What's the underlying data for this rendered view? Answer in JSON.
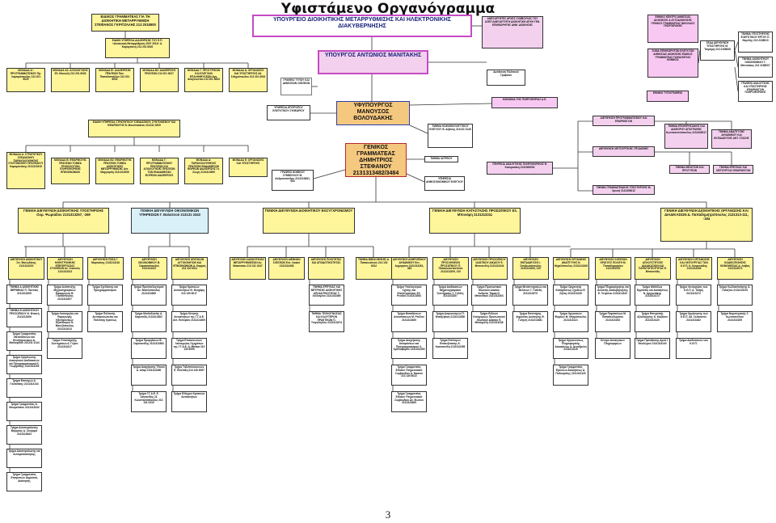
{
  "header": {
    "title": "Υφιστάμενο Οργανόγραμμα",
    "page_number": "3"
  },
  "boxes": {
    "eid_gram": "ΕΙΔΙΚΟΣ ΓΡΑΜΜΑΤΕΑΣ ΓΙΑ ΤΗ ΔΙΟΙΚΗΤΙΚΗ ΜΕΤΑΡΡΥΘΜΙΣΗ ΣΤΕΦΑΝΟΣ ΓΚΡΙΤΖΑΛΗΣ 213 2018500",
    "eid_ypir_diak": "ΕΙΔΙΚΗ ΥΠΗΡΕΣΙΑ ΔΙΑΧΕΙΡΙΣΗΣ ΤΟΥ Ε.Π. «Διοικητική Μεταρρύθμιση 2007 2013» Α. Καραγιάννη 213 201 8020",
    "monada_a": "ΜΟΝΑΔΑ Α': ΠΡΟΓΡΑΜΜΑΤΙΣΜΟΥ Πρ. Λαμπρόπουλος 213 201 8025",
    "monada_a2": "ΜΟΝΑΔΑ Α2: ΑΞΙΟΛΟΓΗΣΗΣ Ελ. Μανωλή 213 201 8026",
    "monada_b": "ΜΟΝΑΔΑ Β': ΔΙΑΧΕΙΡΙΣΗΣ ΠΡΑΞΕΩΝ Παν. Παπαδοπούλου 213 201 8052",
    "monada_b2": "ΜΟΝΑΔΑ Β2: ΔΙΑΧΕΙΡΙΣΗΣ ΠΡΑΞΕΩΝ 213 201 8017",
    "monada_g": "ΜΟΝΑΔΑ Γ: ΠΡΟΓΥΡΙΚΩΝ ΚΑΙ ΕΛΕΓΧΩΝ ΕΠΑΛΗΘΕΥΣΕΩΝ Αγγ. Αναγνώστου 213 201 8024",
    "monada_d": "ΜΟΝΑΔΑ Δ: ΟΡΓΑΝΩΣΗΣ ΚΑΙ ΥΠΟΣΤΗΡΙΞΗΣ Αθ. Σιδηρόπουλου 213 201 8032",
    "ministry": "ΥΠΟΥΡΓΕΙΟ ΔΙΟΙΚΗΤΙΚΗΣ ΜΕΤΑΡΡΥΘΜΙΣΗΣ ΚΑΙ ΗΛΕΚΤΡΟΝΙΚΗΣ ΔΙΑΚΥΒΕΡΝΗΣΗΣ",
    "minister": "ΥΠΟΥΡΓΟΣ ΑΝΤΩΝΙΟΣ ΜΑΝΙΤΑΚΗΣ",
    "grafeio_typou": "ΓΡΑΦΕΙΟ ΤΥΠΟΥ ΚΑΙ ΔΗΜΟΣΙΩΝ ΣΧΕΣΕΩΝ",
    "anexartites": "ΑΝΕΞΑΡΤΗΤΕΣ ΑΡΧΕΣ ΣΥΜΒΟΥΛΟΣ ΤΟΥ ΑΣΕΠ ΑΝΕΞΑΡΤΗΤΗ ΔΙΟΙΚΗΤΙΚΗ ΑΡΧΗ ΓΕΝ. ΕΠΙΘΕΩΡΗΤΗΣ ΔΗΜ. ΔΙΟΙΚΗΣΗΣ",
    "dieuth_politikou": "Διεύθυνση Πολιτικού Γραφείου",
    "ekdd": "ΕΘΝΙΚΟ ΚΕΝΤΡΟ ΔΗΜΟΣΙΑΣ ΔΙΟΙΚΗΣΗΣ & ΑΥΤΟΔΙΟΙΚΗΣΗΣ ΓΕΝΙΚΟΣ ΓΡΑΜΜΑΤΕΑΣ ΝΙΚΟΛΑΟΣ ΓΕΩΡΓΑΡΑΚΗΣ",
    "soma_elegkton": "ΣΩΜΑ ΕΠΙΘΕΩΡΗΤΩΝ ΕΛΕΓΚΤΩΝ ΔΗΜΟΣΙΑΣ ΔΙΟΙΚΗΣΗΣ ΕΙΔΙΚΟΣ ΓΡΑΜΜΑΤΕΑΣ ΠΑΡΑΣΚΕΥΑΣ ΝΟΜΙΚΟΣ",
    "sedd": "ΣΕΔΔ ΔΙΕΥΘΥΝΣΗ ΥΠΟΣΤΗΡΙΞΗΣ Μ. Τσιμπρή 213 2158008",
    "tmima_ypostirixis": "ΤΜΗΜΑ ΥΠΟΣΤΗΡΙΞΗΣ ΕΛΕΓΚΤΙΚΟΥ ΕΡΓΟΥ Π. Θεμελής 213 2158010",
    "tmima_dioik_oikon": "ΤΜΗΜΑ ΔΙΟΙΚΗΤΙΚΟΥ ΟΙΚΟΝΟΜΙΚΟΥ Γ. Μπιτσάκος 213 2158007",
    "grafeio_analytikis": "ΓΡΑΦΕΙΟ ΑΝΑΛΥΤΙΚΗΣ ΚΑΙ ΥΠΟΣΤΗΡΙΞΗΣ ΕΦΑΡΜΟΓΩΝ ΠΛΗΡΟΦΟΡΙΚΗΣ",
    "ethniko_typografeio": "ΕΘΝΙΚΟ ΤΥΠΟΓΡΑΦΕΙΟ",
    "koinonia": "ΚΟΙΝΩΝΙΑ ΤΗΣ ΠΛΗΡΟΦΟΡΙΑΣ Α.Ε.",
    "ypiresia_epitropou": "ΥΠΗΡΕΣΙΑ ΕΠΙΤΡΟΠΟΥ ΕΛΕΓΚΤΙΚΟΥ ΣΥΝΕΔΡΙΟΥ",
    "yfypourgos": "ΥΦΥΠΟΥΡΓΟΣ ΜΑΝΟΥΣΟΣ ΒΟΛΟΥΔΑΚΗΣ",
    "eid_ypir_strat": "ΕΙΔΙΚΗ ΥΠΗΡΕΣΙΑ ΣΤΡΑΤΗΓΙΚΟΥ ΣΧΕΔΙΑΣΜΟΥ, ΣΥΝΤΟΝΙΣΜΟΥ ΚΑΙ ΕΦΑΡΜΟΓΗΣ Β. Μουστακάτου 213131 3905",
    "tmima_koinovouleftikou": "ΤΜΗΜΑ ΚΟΙΝΟΒΟΥΛΕΥΤΙΚΟΥ ΕΛΕΓΧΟΥ Θ. Δεβίνης 213131 3146",
    "gen_grammateas": "ΓΕΝΙΚΟΣ ΓΡΑΜΜΑΤΕΑΣ ΔΗΜΗΤΡΙΟΣ ΣΤΕΦΑΝΟΥ 2131313482/3484",
    "tmima_iatreiou": "ΤΜΗΜΑ ΙΑΤΡΕΙΟΥ",
    "dieuth_prog_efarm": "ΔΙΕΥΘΥΝΣΗ ΠΡΟΓΡΑΜΜΑΤΙΣΜΟΥ ΚΑΙ ΕΦΑΡΜΟΓΩΝ",
    "dieuth_leitourgikis": "ΔΙΕΥΘΥΝΣΗ ΛΕΙΤΟΥΡΓΙΚΗΣ ΥΠΟΔΟΜΗΣ",
    "ypiresia_analytikis": "ΥΠΗΡΕΣΙΑ ΑΝΑΛΥΤΙΚΗΣ ΠΛΗΡΟΦΟΡΙΚΗΣ Φ. Κασιματάκη 2131306002",
    "tmima_epicheiresiakis": "ΤΜΗΜΑ ΕΠΙΧΕΙΡΗΣΙΑΚΗΣ ΚΑΙ ΔΙΑΦΟΡΟΥ ΑΠΟΓΡΑΦΗΣ Κωνσταντινόπουλος 2131306017",
    "tmima_anaptyxis_dynamikou": "ΤΜΗΜΑ ΑΝΑΠΤΥΞΗΣ ΔΥΝΑΜΙΚΟΥ ΚΑΙ ΕΚΠΑΙΔΕΥΣΗΣ ΑΝΤ. ΣΤΑΣΗΣ",
    "tmima_meleton": "ΤΜΗΜΑ ΜΕΛΕΤΩΝ ΚΑΙ ΠΡΟΤΥΠΩΝ",
    "tmima_erevnas": "ΤΜΗΜΑ ΕΡΕΥΝΑΣ ΚΑΙ ΛΕΙΤΟΥΡΓΙΑΣ ΕΦΑΡΜΟΓΩΝ",
    "tmima_grammateiakis": "ΤΜΗΜΑ ΓΡΑΜΜΑΤΕΙΑΚΗΣ ΥΠΟΣΤΗΡΙΞΗΣ Μ. Χρυσή 2131306012",
    "monada_a_stratigikou": "ΜΟΝΑΔΑ Α: ΣΤΡΑΤΗΓΙΚΟΥ ΣΧΕΔΙΑΣΜΟΥ ΠΑΡΑΚΟΛΟΥΘΗΣΗΣ ΣΥΝΤΟΝΙΣΜΟΥ ΠΡΑΞΕΩΝ Π. Καραμανάκης 2131313919",
    "monada_b_efarmogis": "ΜΟΝΑΔΑ Β: ΕΦΑΡΜΟΓΗΣ ΠΡΑΞΕΩΝ ΤΟΜΕΑ ΤΕΧΝΟΛΟΓΙΩΝ ΠΛΗΡΟΦΟΡΙΚΗΣ ΕΠΙΚΟΙΝΩΝΙΩΝ",
    "monada_g_diaxeirisis": "ΜΟΝΑΔΑ Β2: ΕΦΑΡΜΟΓΗΣ ΠΡΑΞΕΩΝ ΤΟΜΕΑ ΔΙΟΙΚΗΤΙΚΗΣ ΜΕΤΑΡΡΥΘΜΙΣΗΣ Αντ. Μαργαρίτη 2131313908",
    "monada_d_elegxon": "ΜΟΝΑΔΑ Γ: ΠΡΟΓΡΑΜΜΑΤΙΣΜΟΥ ΠΡΑΞΕΩΝ ΚΑΙ ΑΞΙΟΛΟΓΗΣΗΣ ΠΡΑΞΕΩΝ ΤΩΝ ΕΝΔΙΑΜΕΣΩΝ ΦΟΡΕΩΝ ΔΙΑΧΕΙΡΙΣΗΣ",
    "monada_e_organosis": "ΜΟΝΑΔΑ Δ: ΠΑΡΑΚΟΛΟΥΘΗΣΗΣ ΠΡΑΞΕΩΝ ΕΝΔΙΑΜΕΣΩΝ ΦΟΡΕΩΝ ΔΙΑΧΕΙΡΙΣΗΣ Γκ. Ζιώγη 2131313905",
    "monada_st": "ΜΟΝΑΔΑ Ε: ΟΡΓΑΝΩΣΗΣ ΚΑΙ ΥΠΟΣΤΗΡΙΞΗΣ",
    "grafeio_nomikou": "ΓΡΑΦΕΙΟ ΝΟΜΙΚΟΥ ΣΥΜΒΟΥΛΟΥ Μ. Ανδρικοπούλου 2131313651, 653",
    "ypiresia_dimosionom": "ΥΠΗΡΕΣΙΑ ΔΗΜΟΣΙΟΝΟΜΙΚΟΥ ΕΛΕΓΧΟΥ",
    "gd_dioikitikis": "ΓΕΝΙΚΗ ΔΙΕΥΘΥΝΣΗ ΔΙΟΙΚΗΤΙΚΗΣ ΥΠΟΣΤΗΡΙΞΗΣ Ουρ. Ψωριάδου 2131313267, -269",
    "gd_oikonomikon": "ΓΕΝΙΚΗ ΔΙΕΥΘΥΝΣΗ ΟΙΚΟΝΟΜΙΚΩΝ ΥΠΗΡΕΣΙΩΝ Γ. Βαλατσού 213131 3343",
    "gd_eksygxronismou": "ΓΕΝΙΚΗ ΔΙΕΥΘΥΝΣΗ ΔΙΟΙΚΗΤΙΚΟΥ ΕΚΣΥΓΧΡΟΝΙΣΜΟΥ",
    "gd_prosopikou": "ΓΕΝΙΚΗ ΔΙΕΥΘΥΝΣΗ ΚΑΤΑΣΤΑΣΗΣ ΠΡΟΣΩΠΙΚΟΥ Ελ. Μπινιάρη 2131313311",
    "gd_organosis": "ΓΕΝΙΚΗ ΔΙΕΥΘΥΝΣΗ ΔΙΟΙΚΗΤΙΚΗΣ ΟΡΓΑΝΩΣΗΣ ΚΑΙ ΔΙΑΔΙΚΑΣΙΩΝ Δ. Παπαδημητρόπουλος 2131313-111, -184"
  },
  "units_row": [
    "ΔΙΕΥΘΥΝΣΗ ΔΙΟΙΚΗΤΙΚΟΥ Σπ. Μανωλάκης 2131313202",
    "ΔΙΕΥΘΥΝΣΗ ΗΛΕΚΤΡΟΝΙΚΗΣ ΕΠΕΞΕΡΓΑΣΙΑΣ ΣΤΟΙΧΕΙΩΝ Αν. Στασινός 2131313221",
    "ΔΙΕΥΘΥΝΣΗ ΠΣΕΑ Γ. Μαρινάκης 2131313116",
    "ΔΙΕΥΘΥΝΣΗ ΟΙΚΟΝΟΜΙΚΟΥ Β. Σαρατσόπουλου 2131313347",
    "ΔΙΕΥΘΥΝΣΗ ΚΡΑΤΙΚΩΝ ΑΥΤΟΚΙΝΗΤΩΝ ΚΑΙ ΕΠΙΚΟΙΝΩΝΙΩΝ Δ. Καρράς 213 130 6011",
    "ΔΙΕΥΘΥΝΣΗ ΔΙΟΙΚΗΤΙΚΩΝ ΜΕΤΑΡΡΥΘΜΙΣΕΩΝ Αν. Μακαταίου 213 131 3247",
    "ΔΙΕΥΘΥΝΣΗ ΔΙΕΘΝΩΝ ΣΧΕΣΕΩΝ Ευτ. Λιακού 2131313438",
    "ΔΙΕΥΘΥΝΣΗ ΠΟΙΟΤΗΤΑΣ ΚΑΙ ΑΠΟΔΟΤΙΚΟΤΗΤΑΣ",
    "ΤΜΗΜΑ ΒΙΒΛΙΟΘΗΚΗΣ Δ. Παπαιωάννου 213 130 6012",
    "ΔΙΕΥΘΥΝΣΗ ΑΝΘΡΩΠΙΝΟΥ ΔΥΝΑΜΙΚΟΥ Ευτ. Δημητρίου 2131313261, 363",
    "ΔΙΕΥΘΥΝΣΗ ΠΡΟΣΛΗΨΕΩΝ ΠΡΟΣΩΠΙΚΟΥ Π. Παπακωνσταντίνου 2131313209, 210",
    "ΔΙΕΥΘΥΝΣΗ ΠΡΟΣΩΠΙΚΟΥ ΙΔΙΩΤΙΚΟΥ ΔΙΚΑΙΟΥ Ε. Μπουντέλη 2131313244",
    "ΔΙΕΥΘΥΝΣΗ ΕΚΠΑΙΔΕΥΣΗΣ Ι. Σπηλιωτόπουλος 2131313209, 210",
    "ΔΙΕΥΘΥΝΣΗ ΟΡΓΑΝΙΚΗΣ ΑΝΑΠΤΥΞΗΣ Ν. Μιχαλόπουλος 2131313108",
    "ΔΙΕΥΘΥΝΣΗ ΣΧΕΣΕΩΝ ΚΡΑΤΟΥΣ ΠΟΛΙΤΗ Μ. Παπαδημητρίου 2131313102",
    "ΔΙΕΥΘΥΝΣΗ ΑΠΛΟΥΣΤΕΥΣΗΣ ΔΙΑΔΙΚΑΣΙΩΝ ΚΑΙ ΠΑΡΑΓΩΓΙΚΟΤΗΤΑΣ Ε. Μπουντάλη",
    "ΔΙΕΥΘΥΝΣΗ ΟΡΓΑΝΩΣΗΣ ΚΑΙ ΛΕΙΤΟΥΡΓΙΑΣ ΤΩΝ Κ.Ε.Π. Κ. Κουμπιάδης 2131313165",
    "ΔΙΕΥΘΥΝΣΗ ΚΩΔΙΚΟΠΟΙΗΣΗΣ ΝΟΜΟΘΕΣΙΑΣ Δ. Λιάβας 2131313074"
  ],
  "subunits": [
    [
      "ΤΜΗΜΑ Α ΔΙΟΙΚΗΤΙΚΗΣ ΜΕΡΙΜΝΑΣ Π. Πεσσιάς 2131313205",
      "ΤΜΗΜΑ Β ΔΙΟΙΚΗΤΙΚΟΥ ΠΡΟΣΩΠΙΚΟΥ Θ. Μπεσή 2131313206",
      "Τμήμα Γραμματείας Μετεκθέσεων και Επιστημονικών Δ. Μαιλεφίδου 213131 3144",
      "Τμήμα Οργάνωσης Διοικητικού Διαδικασιών και Προγραμματισμού Κ. Γεωργιάδης 2131313203",
      "Τμήμα Επιταγών Δ. Γαλανάκης 2131313144",
      "Τμήμα Γραμματείας Α. Μουρελάτου 2131313242",
      "Τμήμα Διεκπεραίωσης Μέριμνας Α. Ζουγαρό 2131313643",
      "Τμήμα Διεκπεραίωσης και Αυτοματοποίησης",
      "Τμήμα Γραμματείας Επιτροπών Δημόσιας Διοίκησης",
      "Γραφείο Εμπιστευτικών"
    ],
    [
      "Τμήμα Ανάπτυξης Μηχανογραφικών Εφαρμογών Β. Γιαννόπουλος 2131313207",
      "Τμήμα Λειτουργίας και Παραγωγής Ηλεκτρονικών Εξοπλισμού Ν. Μουτζόπουλος 2131313213",
      "Τμήμα Υποστήριξης Συστημάτων Δ. Γέρου 2131313217"
    ],
    [
      "Τμήμα Σχεδίασης και Προγραμματισμού",
      "Τμήμα Πολιτικής Αντιπροσωπείας και Πολιτικής Κρίσεως"
    ],
    [
      "Τμήμα Προϋπολογισμού Αν. Βασιλόπουλος 2131313385",
      "Τμήμα Μισθοδοσίας Α. Καρυπίδη 2131313302",
      "Τμήμα Προμηθειών Β. Σαρσιανίδης 2131313363",
      "Τμήμα Διαχείρισης Υλικού Δ. Αθαρ 2131313380",
      "Τμήμα Γ.Γ.Α.Ε. Ε. Σαγιανίδης 21 Κωνσταντόπουλος 213 131 0415"
    ],
    [
      "Τμήμα Κρατικών Αυτοκινήτων Θ. Θεοχάρη 213 130 6017",
      "Τμήμα Κίνησης Αυτοκινήτων της Γ.Γ.Α.Ε. Αντ. Ευθυμίου 2131313409",
      "Τμήμα Επικοινωνιών Λειτουργίας Οχημάτων της Γ.Γ.Α.Ε. Δ. Μπάκα 213 130 6095",
      "Τμήμα Τηλεπικοινωνιών Ε. Πουλάκη 213 130 6097",
      "Τμήμα Ελέγχου Κρατικών Αυτοκινήτων"
    ],
    [
      "ΤΜΗΜΑ ΕΡΕΥΝΑΣ ΚΑΙ ΜΕΤΡΗΣΗΣ ΔΙΟΙΚΗΤΙΚΗΣ ΑΠΟΔΟΤΙΚΟΤΗΤΑΣ Τ. Λέλλογλου 2131313465",
      "ΤΜΗΜΑ ΤΕΧΝΟΓΝΩΣΙΑΣ ΚΑΙ ΚΑΛΥΤΕΡΩΝ ΠΡΑΚΤΙΚΩΝ Π. Τσιγκλόγλου 2131313474"
    ],
    [
      "Τμήμα Υπολογισμού Σχέσης και Επιλεξιμότητας Ελ. Ρεύδου 2131313394",
      "Τμήμα Μεταθέσεων Αποσπάσεων Μ. Ρεύδου 2131313365",
      "Τμήμα Διαχείρισης Αποφάσεων και Προγραμματισμού Χ. Χριστοφόρου 2131313353",
      "Τμήμα Γραμματείας Ειδικού Υπηρεσιακού Συμβουλίου Δ. Νασιού 213 130 6022",
      "Τμήμα Γραμματείας Ειδικού Υπηρεσιακού Συμβουλίου Αν. Φώτιου 2131313465"
    ],
    [
      "Τμήμα Διαδικασιών Μηχανογραφικού Συστήματος Σ. Γκλέτη 2131313257",
      "Τμήμα Διαγωνισμών Π. Μπαξεβάνη 2131313256",
      "Τμήμα Επιλογών Επανεξέτασης Κ. Κασσιανίδη 2131313259"
    ],
    [
      "Τμήμα Προσωπικού Ιδιωτικού Δικαίου Ανδρέας Τάρκα Ν. Μπουτίκου 2131313263",
      "Τμήμα Ειδικών Κατηγοριών Προσωπικού Ιδιωτικού Δικαίου Π. Μπουρόλη 2131313238"
    ],
    [
      "Τμήμα Μεταπτυχιακών και Μελετών Γ. Γιαλίδη 2131313379",
      "Τμήμα Επιστήμης Δημόσιας Διοίκησης Θ. Γεληση 2131313381"
    ],
    [
      "Τμήμα Οργανικής Καταρτίσεως Σχεδίων Ε. Ζήλτη 2131313135",
      "Τμήμα Οργανικών Φορέων Μ. Μητρόπουλος 2131313121",
      "Τμήμα Οργανώσεως Πληροφορικής Διοικήσεως Α. Δεναδρένη 2131313119",
      "Τμήμα Γραμματείας Ερευνών Διοικήσεως Δ. Πολυκράτης 2131313120"
    ],
    [
      "Τμήμα Πληροφόρησης και Ανοικτής Διακυβέρνησης Ε. Τσιγκέου 2131313102",
      "Τμήμα Παραπόνων Μ. Παπαθεοδωρίτου 2131313108",
      "Κέντρο Διοικητικών Πληροφοριών"
    ],
    [
      "Τμήμα Μεθόδων Εργασίας και Διοικήσεως Ν. Αρχοντάκης 2131313172",
      "Τμήμα Επιτροπής Αξιολόγησης Κ. Καζάκου 2131313120",
      "Τμήμα Πρόσβασης ΑμεΑ Ι. Θεοδώρου 2131313140"
    ],
    [
      "Τμήμα Λειτουργίας των Κ.Ε.Π. Α. Τσάμη 2131313172",
      "Τμήμα Οργάνωσης των Κ.Ε.Π. Αθ. Σελάσσιου 2131313182",
      "Τμήμα Διαδικασιών των Κ.Ε.Π."
    ],
    [
      "Τμήμα Κωδικοποίησης Α. Γαλάζιου 2131313151",
      "Τμήμα Νομοτεχνικής Σ. Κωνσταντίνου 2131313155"
    ]
  ]
}
